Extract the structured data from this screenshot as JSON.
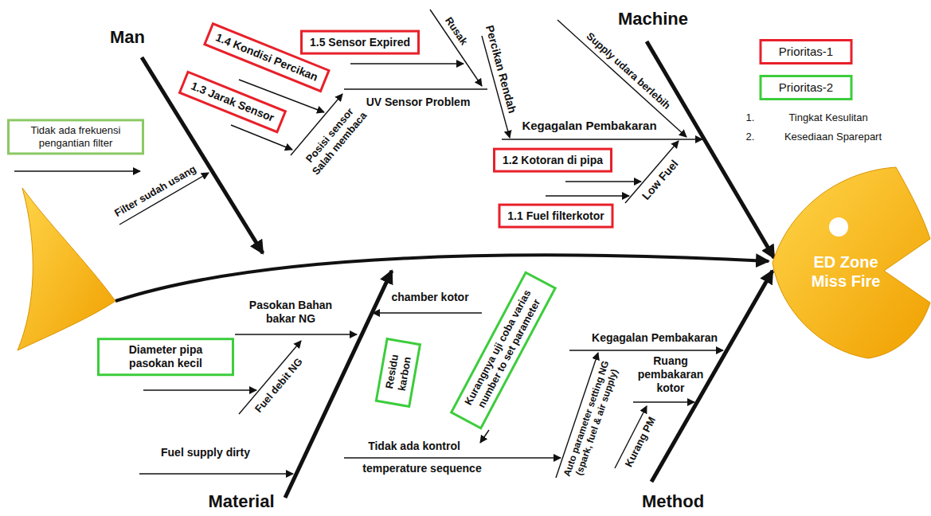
{
  "diagram": {
    "nodes": [
      {
        "text": [
          "Tidak ada frekuensi pengantian filter"
        ]
      },
      {
        "text": [
          "1.4 Kondisi Percikan"
        ]
      },
      {
        "text": [
          "1.5 Sensor Expired"
        ]
      },
      {
        "text": [
          "1.3 Jarak Sensor"
        ]
      },
      {
        "text": [
          "1.2 Kotoran di pipa"
        ]
      },
      {
        "text": [
          "1.1 Fuel filterkotor"
        ]
      },
      {
        "text": [
          "Diameter pipa pasokan kecil"
        ]
      },
      {
        "text": [
          "Residu karbon"
        ]
      },
      {
        "text": [
          "Kurangnya uji coba varias number to set parameter"
        ]
      },
      {
        "text": [
          "ED Zone Miss Fire"
        ]
      }
    ],
    "labels": [
      "Man",
      "Machine",
      "Material",
      "Method",
      "Filter sudah usang",
      "Posisi sensor Salah membaca",
      "UV Sensor Problem",
      "Rusak",
      "Percikan Rendah",
      "Supply udara berlebih",
      "Kegagalan Pembakaran",
      "Low Fuel",
      "1.",
      "Tingkat Kesulitan",
      "2.",
      "Kesediaan Sparepart",
      "Pasokan Bahan bakar NG",
      "Fuel debit NG",
      "chamber kotor",
      "Fuel supply dirty",
      "Tidak ada kontrol",
      "temperature sequence",
      "Auto parameter setting NG (spark, fuel & air supply)",
      "Kegagalan Pembakaran",
      "Ruang pembakaran kotor",
      "Kurang PM"
    ],
    "legend": [
      {
        "text": "Prioritas-1",
        "color": "#e8202a"
      },
      {
        "text": "Prioritas-2",
        "color": "#3ccd3c"
      }
    ]
  }
}
